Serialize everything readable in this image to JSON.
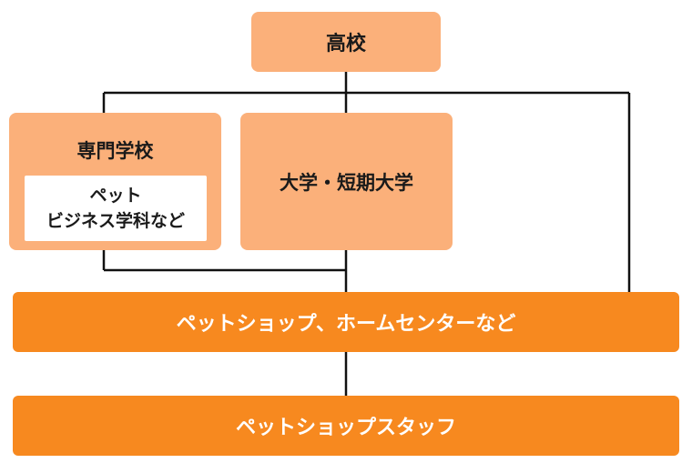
{
  "diagram": {
    "nodes": {
      "highschool": {
        "label": "高校"
      },
      "vocational": {
        "title": "専門学校",
        "detail_line1": "ペット",
        "detail_line2": "ビジネス学科など"
      },
      "university": {
        "label": "大学・短期大学"
      },
      "shops": {
        "label": "ペットショップ、ホームセンターなど"
      },
      "staff": {
        "label": "ペットショップスタッフ"
      }
    },
    "edges": [
      {
        "from": "highschool",
        "to": "vocational"
      },
      {
        "from": "highschool",
        "to": "university"
      },
      {
        "from": "highschool",
        "to": "shops"
      },
      {
        "from": "vocational",
        "to": "shops"
      },
      {
        "from": "university",
        "to": "shops"
      },
      {
        "from": "shops",
        "to": "staff"
      }
    ],
    "colors": {
      "light_box": "#fbb07a",
      "dark_box": "#f7891f",
      "connector": "#111111",
      "inner_panel": "#ffffff"
    }
  }
}
